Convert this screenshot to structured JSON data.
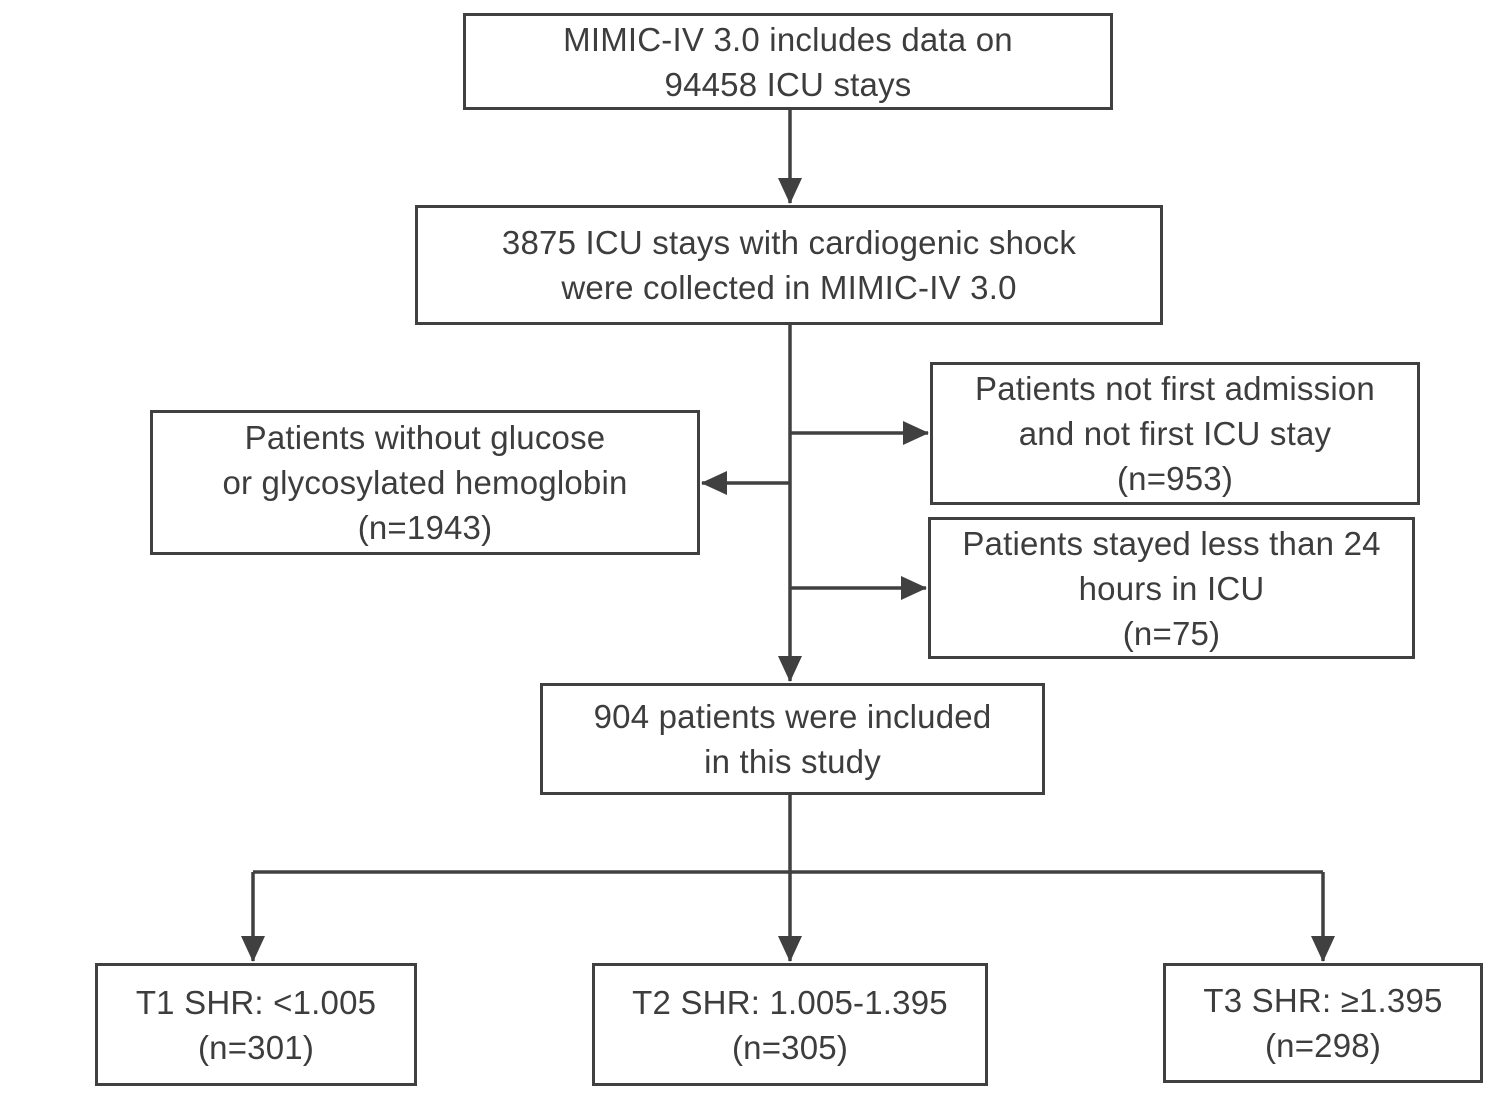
{
  "diagram": {
    "kind": "patient-selection-flowchart",
    "colors": {
      "line": "#404040",
      "text": "#3d3d3d",
      "background": "#ffffff"
    },
    "boxes": {
      "source": {
        "lines": [
          "MIMIC-IV 3.0 includes data on",
          "94458 ICU stays"
        ]
      },
      "collected": {
        "lines": [
          "3875 ICU stays with cardiogenic shock",
          "were collected in MIMIC-IV 3.0"
        ]
      },
      "excluded_glucose": {
        "lines": [
          "Patients without glucose",
          "or glycosylated hemoglobin",
          "(n=1943)"
        ]
      },
      "excluded_admission": {
        "lines": [
          "Patients not first admission",
          "and not first ICU stay",
          "(n=953)"
        ]
      },
      "excluded_stay": {
        "lines": [
          "Patients stayed less than 24",
          "hours in ICU",
          "(n=75)"
        ]
      },
      "included": {
        "lines": [
          "904 patients were included",
          "in this study"
        ]
      },
      "tertile1": {
        "lines": [
          "T1 SHR: <1.005",
          "(n=301)"
        ]
      },
      "tertile2": {
        "lines": [
          "T2 SHR: 1.005-1.395",
          "(n=305)"
        ]
      },
      "tertile3": {
        "lines": [
          "T3 SHR: ≥1.395",
          "(n=298)"
        ]
      }
    }
  }
}
